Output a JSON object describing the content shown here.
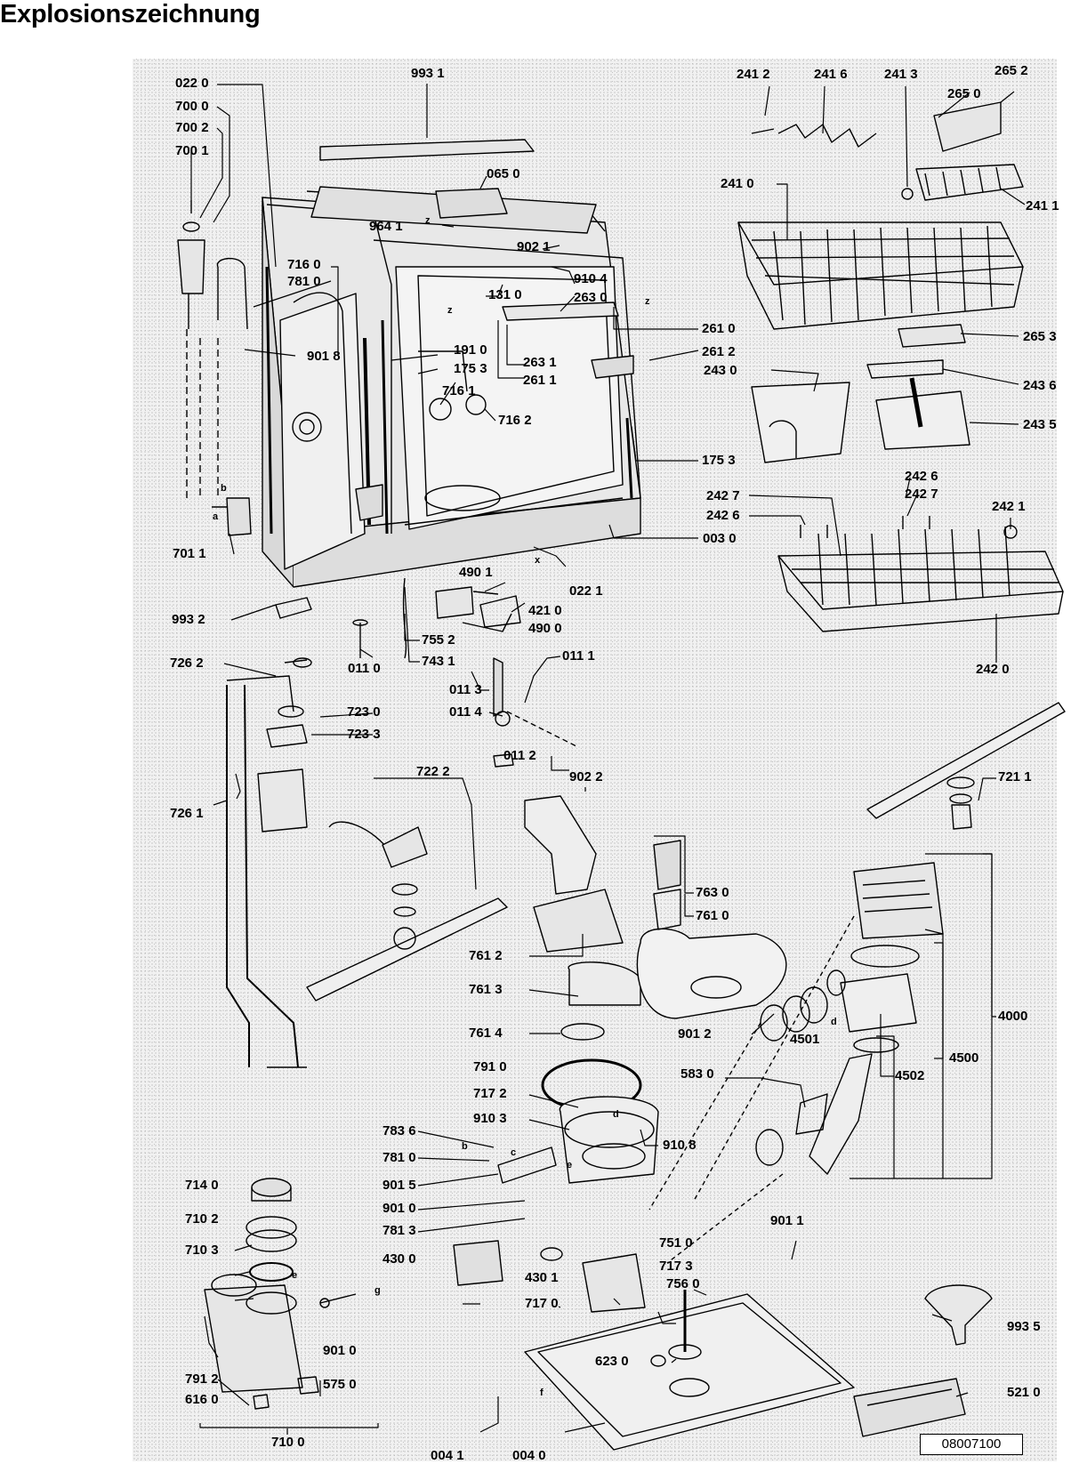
{
  "title": "Explosionszeichnung",
  "doc_number": "08007100",
  "labels": {
    "l0220": "022 0",
    "l7000": "700 0",
    "l7002": "700 2",
    "l7001": "700 1",
    "l9931": "993 1",
    "l0650": "065 0",
    "l9641": "964 1",
    "l9021": "902 1",
    "l7160": "716 0",
    "l7810": "781 0",
    "l9018": "901 8",
    "l9104": "910 4",
    "l1310": "131 0",
    "l2630": "263 0",
    "l1910": "191 0",
    "l1753a": "175 3",
    "l7161": "716 1",
    "l2610": "261 0",
    "l2631": "263 1",
    "l2611": "261 1",
    "l2612": "261 2",
    "l7162": "716 2",
    "l2430": "243 0",
    "l1753b": "175 3",
    "l2412": "241 2",
    "l2416": "241 6",
    "l2413": "241 3",
    "l2652": "265 2",
    "l2650": "265 0",
    "l2410": "241 0",
    "l2411": "241 1",
    "l2653": "265 3",
    "l2436": "243 6",
    "l2435": "243 5",
    "l2426a": "242 6",
    "l2427a": "242 7",
    "l2427b": "242 7",
    "l2426b": "242 6",
    "l2421": "242 1",
    "l7011": "701 1",
    "l0030": "003 0",
    "l4901": "490 1",
    "l0221": "022 1",
    "l4210": "421 0",
    "l4900": "490 0",
    "l2420": "242 0",
    "l9932": "993 2",
    "l7552": "755 2",
    "l0110": "011 0",
    "l7431": "743 1",
    "l7262": "726 2",
    "l0111": "011 1",
    "l0113": "011 3",
    "l7230": "723 0",
    "l0114": "011 4",
    "l7233": "723 3",
    "l0112": "011 2",
    "l9022": "902 2",
    "l7222": "722 2",
    "l7211": "721 1",
    "l7261": "726 1",
    "l7630": "763 0",
    "l7610": "761 0",
    "l7612": "761 2",
    "l7613": "761 3",
    "l4000": "4000",
    "l7614": "761 4",
    "l9012": "901 2",
    "l4501": "4501",
    "l7910": "791 0",
    "l4500": "4500",
    "l5830": "583 0",
    "l4502": "4502",
    "l7172": "717 2",
    "l9103": "910 3",
    "l7836": "783 6",
    "l9108": "910 8",
    "l7810b": "781 0",
    "l7140": "714 0",
    "l9015": "901 5",
    "l9010a": "901 0",
    "l7102": "710 2",
    "l7813": "781 3",
    "l9011": "901 1",
    "l7103": "710 3",
    "l7510": "751 0",
    "l4300": "430 0",
    "l7173": "717 3",
    "l4301": "430 1",
    "l7560": "756 0",
    "l7170": "717 0",
    "l9010b": "901 0",
    "l9935": "993 5",
    "l7912": "791 2",
    "l6230": "623 0",
    "l5750": "575 0",
    "l6160": "616 0",
    "l5210": "521 0",
    "l7100": "710 0",
    "l0041": "004 1",
    "l0040": "004 0"
  },
  "letters": {
    "z1": "z",
    "z2": "z",
    "z3": "z",
    "x1": "x",
    "b1": "b",
    "a1": "a",
    "b2": "b",
    "c1": "c",
    "d1": "d",
    "d2": "d",
    "e1": "e",
    "e2": "e",
    "g1": "g",
    "f1": "f"
  }
}
